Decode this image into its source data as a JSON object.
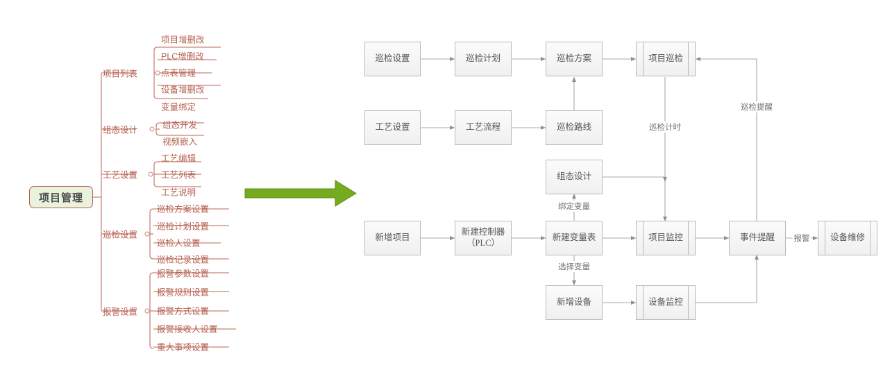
{
  "mindmap": {
    "root": {
      "label": "项目管理"
    },
    "branches": [
      {
        "label": "项目列表",
        "children": [
          "项目增删改",
          "PLC增删改",
          "点表管理",
          "设备增删改",
          "变量绑定"
        ]
      },
      {
        "label": "组态设计",
        "children": [
          "组态开发",
          "视频嵌入"
        ]
      },
      {
        "label": "工艺设置",
        "children": [
          "工艺编辑",
          "工艺列表",
          "工艺说明"
        ]
      },
      {
        "label": "巡检设置",
        "children": [
          "巡检方案设置",
          "巡检计划设置",
          "巡检人设置",
          "巡检记录设置"
        ]
      },
      {
        "label": "报警设置",
        "children": [
          "报警参数设置",
          "报警规则设置",
          "报警方式设置",
          "报警接收人设置",
          "重大事项设置"
        ]
      }
    ]
  },
  "connector": {
    "name": "green-arrow",
    "color": "#76ab1f"
  },
  "flowchart": {
    "nodes": [
      {
        "id": "n1",
        "label": "巡检设置",
        "shape": "process"
      },
      {
        "id": "n2",
        "label": "巡检计划",
        "shape": "process"
      },
      {
        "id": "n3",
        "label": "巡检方案",
        "shape": "process"
      },
      {
        "id": "n4",
        "label": "项目巡检",
        "shape": "predefined-process"
      },
      {
        "id": "n5",
        "label": "工艺设置",
        "shape": "process"
      },
      {
        "id": "n6",
        "label": "工艺流程",
        "shape": "process"
      },
      {
        "id": "n7",
        "label": "巡检路线",
        "shape": "process"
      },
      {
        "id": "n8",
        "label": "组态设计",
        "shape": "process"
      },
      {
        "id": "n9",
        "label": "新增项目",
        "shape": "process"
      },
      {
        "id": "n10",
        "label": "新建控制器\n（PLC）",
        "shape": "process"
      },
      {
        "id": "n11",
        "label": "新建变量表",
        "shape": "process"
      },
      {
        "id": "n12",
        "label": "项目监控",
        "shape": "predefined-process"
      },
      {
        "id": "n13",
        "label": "事件提醒",
        "shape": "process"
      },
      {
        "id": "n14",
        "label": "设备维修",
        "shape": "predefined-process"
      },
      {
        "id": "n15",
        "label": "新增设备",
        "shape": "process"
      },
      {
        "id": "n16",
        "label": "设备监控",
        "shape": "predefined-process"
      }
    ],
    "edge_labels": [
      {
        "id": "e1",
        "label": "巡检提醒"
      },
      {
        "id": "e2",
        "label": "巡检计时"
      },
      {
        "id": "e3",
        "label": "绑定变量"
      },
      {
        "id": "e4",
        "label": "选择变量"
      },
      {
        "id": "e5",
        "label": "报警"
      }
    ]
  }
}
